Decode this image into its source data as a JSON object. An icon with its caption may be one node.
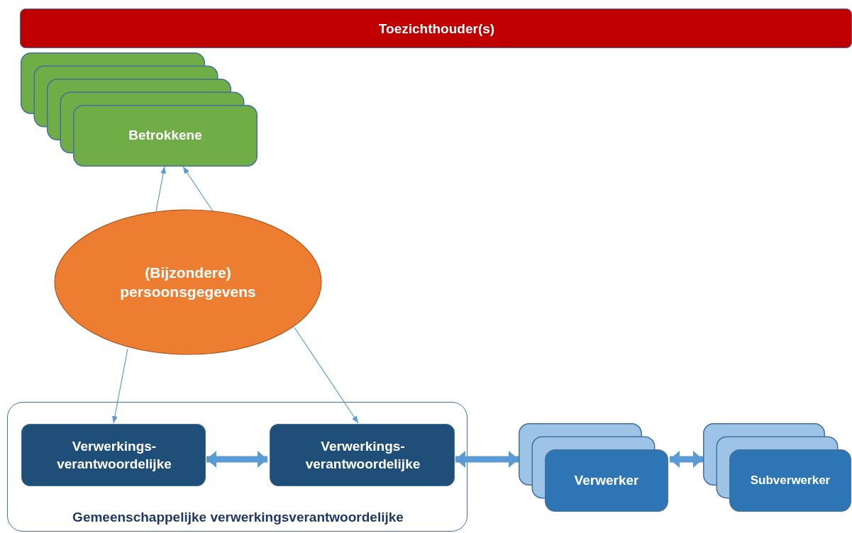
{
  "diagram": {
    "nodes": [
      {
        "text": [
          "Toezichthouder(s)"
        ]
      },
      {
        "text": [
          "Betrokkene"
        ]
      },
      {
        "text": [
          "(Bijzondere) persoonsgegevens"
        ]
      },
      {
        "text": [
          "Gemeenschappelijke verwerkingsverantwoordelijke"
        ]
      },
      {
        "text": [
          "Verwerkings- verantwoordelijke"
        ],
        "in": 3
      },
      {
        "text": [
          "Verwerkings- verantwoordelijke"
        ],
        "in": 3
      },
      {
        "text": [
          "Verwerker"
        ]
      },
      {
        "text": [
          "Subverwerker"
        ]
      }
    ],
    "edges": [
      {
        "from": 2,
        "to": 1,
        "arrow": "to"
      },
      {
        "from": 2,
        "to": 1,
        "arrow": "to"
      },
      {
        "from": 2,
        "to": 4,
        "arrow": "to"
      },
      {
        "from": 2,
        "to": 5,
        "arrow": "to"
      },
      {
        "from": 4,
        "to": 5,
        "arrow": "both",
        "style": "thick"
      },
      {
        "from": 5,
        "to": 6,
        "arrow": "both",
        "style": "thick"
      },
      {
        "from": 6,
        "to": 7,
        "arrow": "both",
        "style": "thick"
      }
    ]
  }
}
